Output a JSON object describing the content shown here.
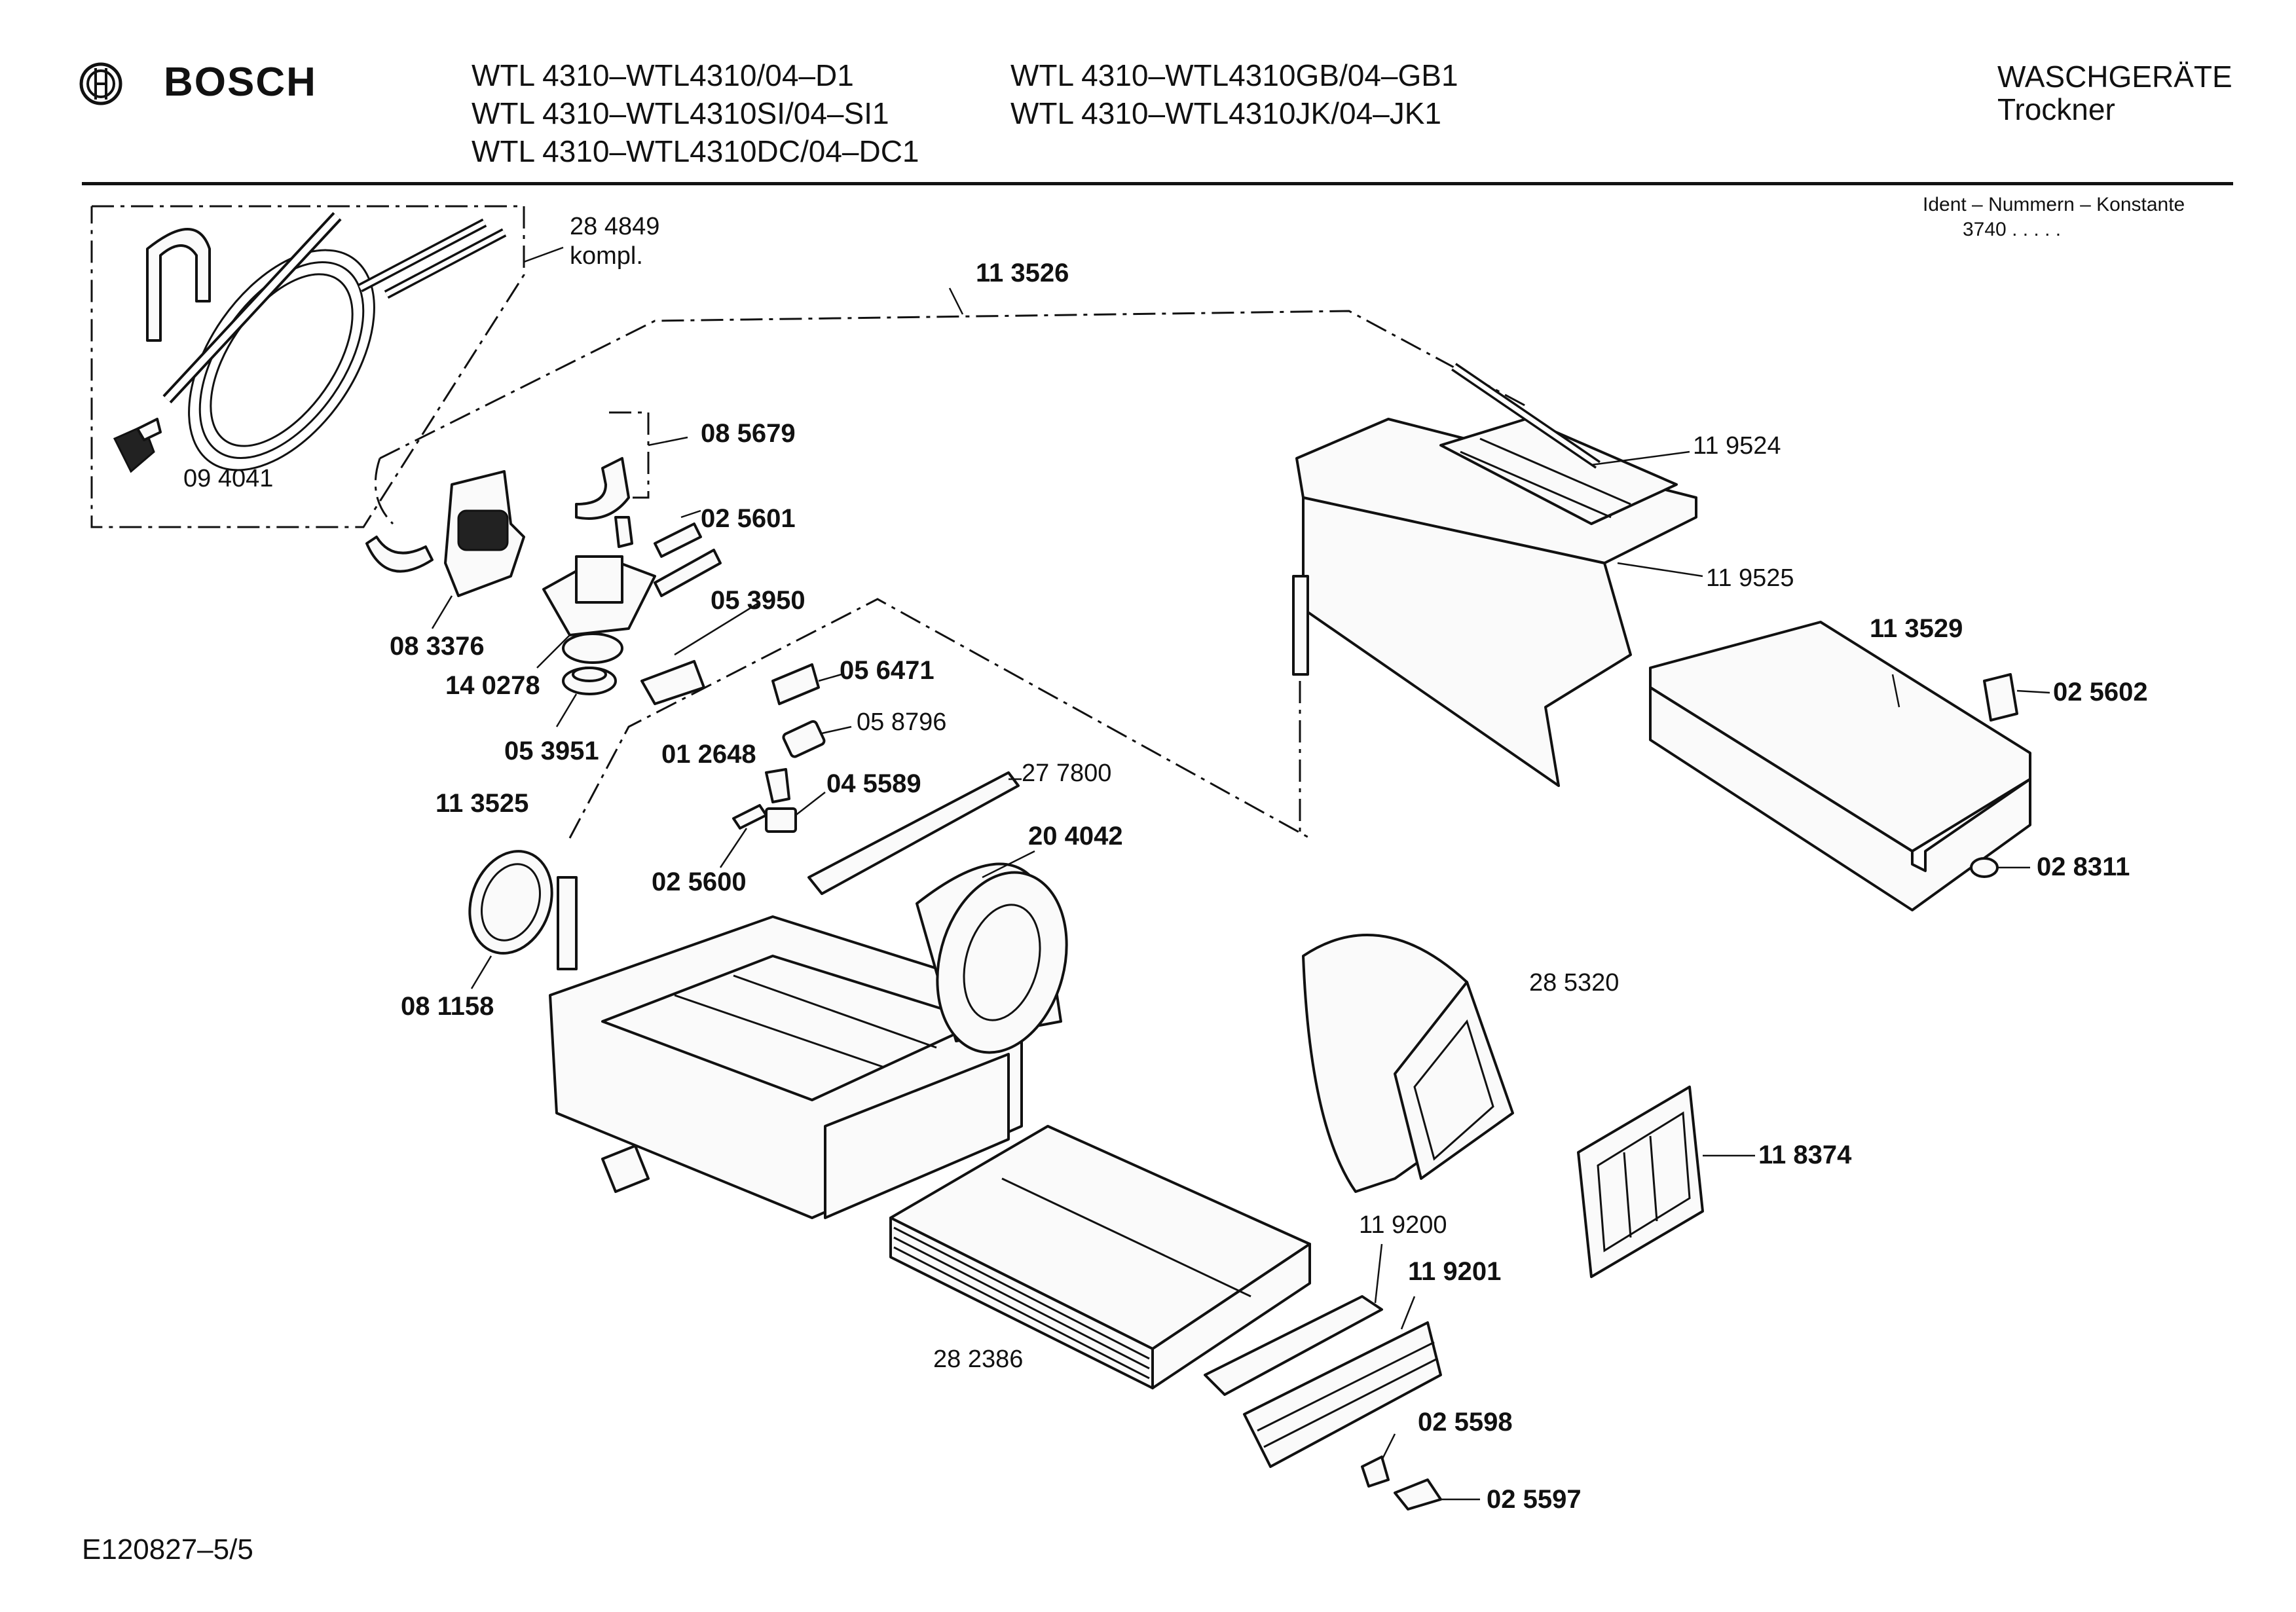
{
  "header": {
    "brand": "BOSCH",
    "models_left": [
      "WTL 4310–WTL4310/04–D1",
      "WTL 4310–WTL4310SI/04–SI1",
      "WTL 4310–WTL4310DC/04–DC1"
    ],
    "models_right": [
      "WTL 4310–WTL4310GB/04–GB1",
      "WTL 4310–WTL4310JK/04–JK1"
    ],
    "category": "WASCHGERÄTE",
    "subcategory": "Trockner",
    "ident_label": "Ident – Nummern – Konstante",
    "ident_value": "3740 . . . . ."
  },
  "footer": {
    "doc_id": "E120827–5/5"
  },
  "parts": {
    "p284849": "28 4849",
    "kompl": "kompl.",
    "p094041": "09 4041",
    "p113526": "11 3526",
    "p085679": "08 5679",
    "p025601": "02 5601",
    "p053950": "05 3950",
    "p083376": "08 3376",
    "p140278": "14 0278",
    "p053951": "05 3951",
    "p056471": "05 6471",
    "p058796": "05 8796",
    "p012648": "01 2648",
    "p045589": "04 5589",
    "p277800": "27 7800",
    "p113525": "11 3525",
    "p204042": "20 4042",
    "p025600": "02 5600",
    "p081158": "08 1158",
    "p119524": "11 9524",
    "p119525": "11 9525",
    "p113529": "11 3529",
    "p025602": "02 5602",
    "p028311": "02 8311",
    "p285320": "28 5320",
    "p118374": "11 8374",
    "p119200": "11 9200",
    "p119201": "11 9201",
    "p282386": "28 2386",
    "p025598": "02 5598",
    "p025597": "02 5597"
  }
}
